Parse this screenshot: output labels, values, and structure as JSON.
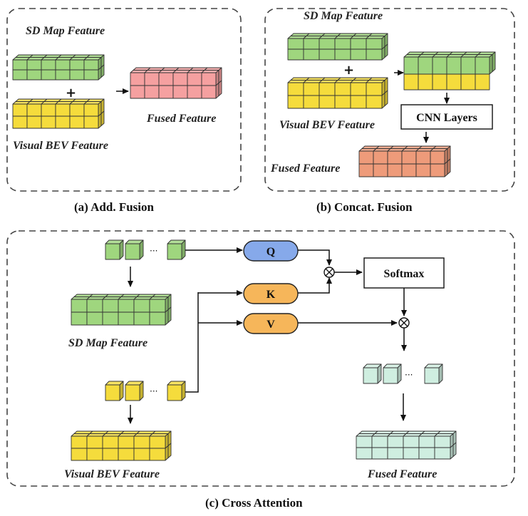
{
  "panel_a": {
    "top_label": "SD Map Feature",
    "bottom_label": "Visual BEV Feature",
    "output_label": "Fused Feature",
    "caption": "(a)  Add. Fusion"
  },
  "panel_b": {
    "top_label": "SD Map Feature",
    "bottom_label": "Visual BEV Feature",
    "cnn_label": "CNN Layers",
    "output_label": "Fused Feature",
    "caption": "(b)  Concat. Fusion"
  },
  "panel_c": {
    "sd_label": "SD Map Feature",
    "bev_label": "Visual BEV Feature",
    "fused_label": "Fused Feature",
    "q_label": "Q",
    "k_label": "K",
    "v_label": "V",
    "softmax_label": "Softmax",
    "ellipsis": "···",
    "caption": "(c)  Cross Attention"
  },
  "colors": {
    "green": "#9fd67e",
    "yellow": "#f5dc3c",
    "red": "#f5a0a0",
    "orange": "#ee9b7a",
    "mint": "#cfeee0",
    "q_blue": "#86a9ea",
    "kv_orange": "#f6b65a"
  }
}
